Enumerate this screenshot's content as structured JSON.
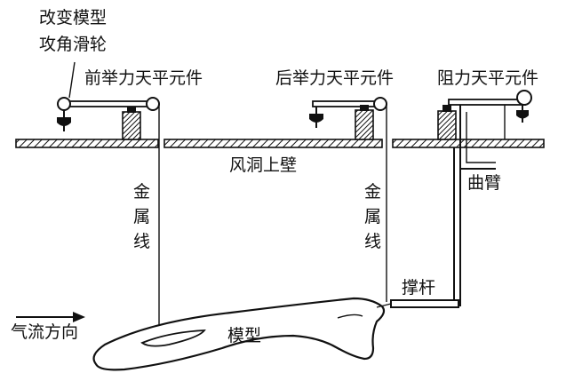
{
  "labels": {
    "change_angle_line1": "改变模型",
    "change_angle_line2": "攻角滑轮",
    "front_lift_element": "前举力天平元件",
    "rear_lift_element": "后举力天平元件",
    "drag_element": "阻力天平元件",
    "tunnel_upper_wall": "风洞上壁",
    "metal_wire_left": [
      "金",
      "属",
      "线"
    ],
    "metal_wire_right": [
      "金",
      "属",
      "线"
    ],
    "bent_arm": "曲臂",
    "strut": "撑杆",
    "airflow_direction": "气流方向",
    "model": "模型"
  }
}
